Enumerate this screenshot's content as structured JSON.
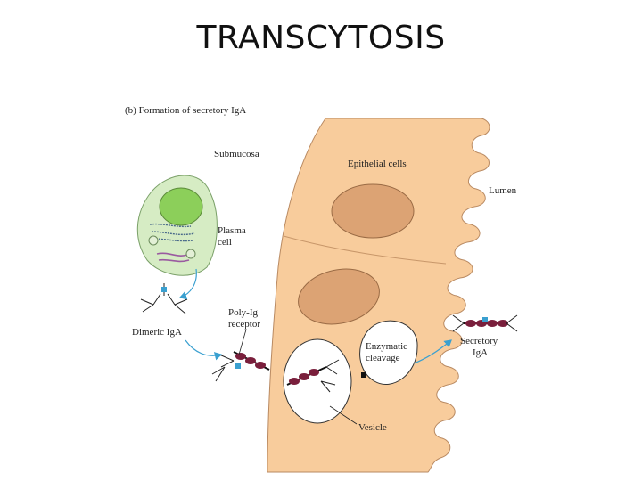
{
  "title": "TRANSCYTOSIS",
  "figure": {
    "panel_title": "(b)  Formation of secretory IgA",
    "labels": {
      "submucosa": "Submucosa",
      "epithelial_cells": "Epithelial cells",
      "lumen": "Lumen",
      "plasma_cell_line1": "Plasma",
      "plasma_cell_line2": "cell",
      "dimeric_iga": "Dimeric IgA",
      "poly_ig_line1": "Poly-Ig",
      "poly_ig_line2": "receptor",
      "enzymatic_line1": "Enzymatic",
      "enzymatic_line2": "cleavage",
      "secretory_line1": "Secretory",
      "secretory_line2": "IgA",
      "vesicle": "Vesicle"
    }
  },
  "colors": {
    "epithelium": "#f8cc9c",
    "nucleus": "#dca374",
    "plasma_cytoplasm": "#d6ecc4",
    "plasma_nucleus": "#8ccf5a",
    "receptor": "#7a1f3c",
    "arrow": "#3aa0d0"
  }
}
